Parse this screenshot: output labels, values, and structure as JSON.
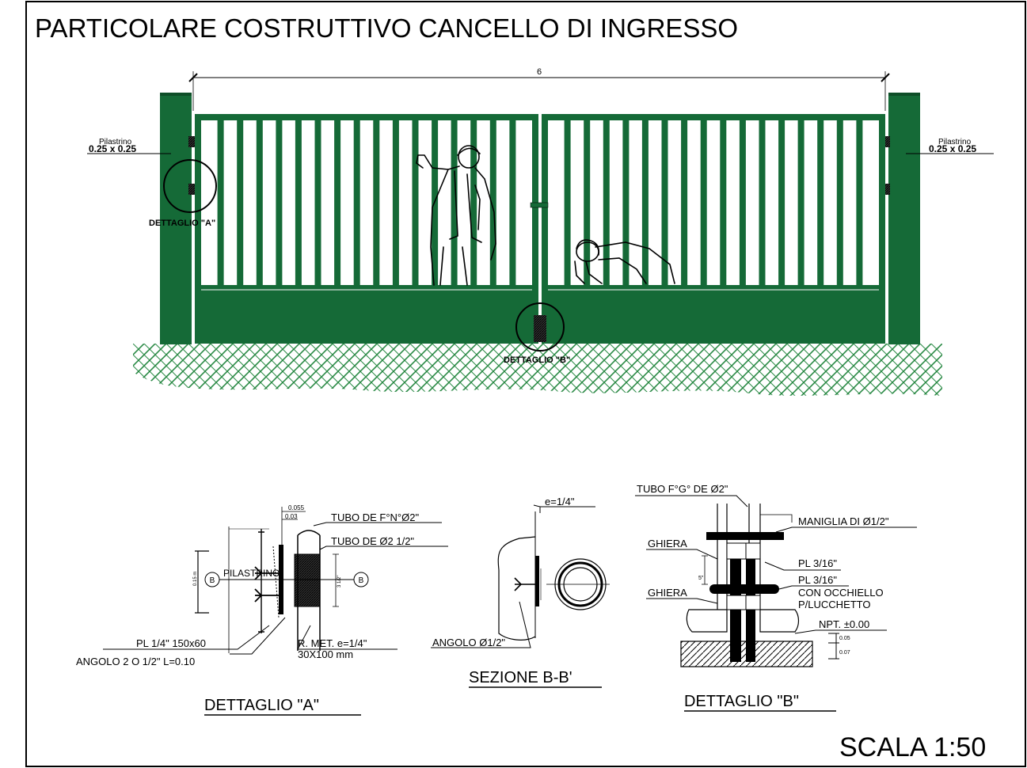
{
  "title": "PARTICOLARE COSTRUTTIVO CANCELLO DI INGRESSO",
  "scale": "SCALA 1:50",
  "colors": {
    "gate_green": "#156a37",
    "ink": "#000000",
    "paper": "#ffffff",
    "hatch": "#2a8a45"
  },
  "elevation": {
    "overall_dimension": "6",
    "pillar_left": {
      "name": "Pilastrino",
      "size": "0.25  x  0.25"
    },
    "pillar_right": {
      "name": "Pilastrino",
      "size": "0.25  x  0.25"
    },
    "callout_a": "DETTAGLIO \"A\"",
    "callout_b": "DETTAGLIO \"B\""
  },
  "detail_a": {
    "title": "DETTAGLIO \"A\"",
    "labels": {
      "tubo_fn": "TUBO DE F°N°Ø2\"",
      "tubo_212": "TUBO DE Ø2 1/2\"",
      "pilastrino": "PILASTRINO",
      "pl14": "PL 1/4\" 150x60",
      "angolo": "ANGOLO 2 O 1/2\" L=0.10",
      "rmet": "R. MET. e=1/4\"",
      "rmet_size": "30X100 mm"
    },
    "dims": {
      "d1": "0.055",
      "d2": "0.03",
      "d3": "0.15 m",
      "d4": "3 1/2\""
    },
    "section_marker": "B"
  },
  "section_bb": {
    "title": "SEZIONE B-B'",
    "labels": {
      "thickness": "e=1/4\"",
      "angolo": "ANGOLO Ø1/2\""
    }
  },
  "detail_b": {
    "title": "DETTAGLIO \"B\"",
    "labels": {
      "tubo": "TUBO F°G° DE Ø2\"",
      "maniglia": "MANIGLIA DI  Ø1/2\"",
      "ghiera1": "GHIERA",
      "ghiera2": "GHIERA",
      "pl1": "PL 3/16\"",
      "pl2": "PL 3/16\"",
      "occhiello1": "CON OCCHIELLO",
      "occhiello2": "P/LUCCHETTO",
      "npt": "NPT. ±0.00"
    },
    "dims": {
      "d1": "0.05",
      "d2": "0.07",
      "d3": "5\""
    }
  }
}
